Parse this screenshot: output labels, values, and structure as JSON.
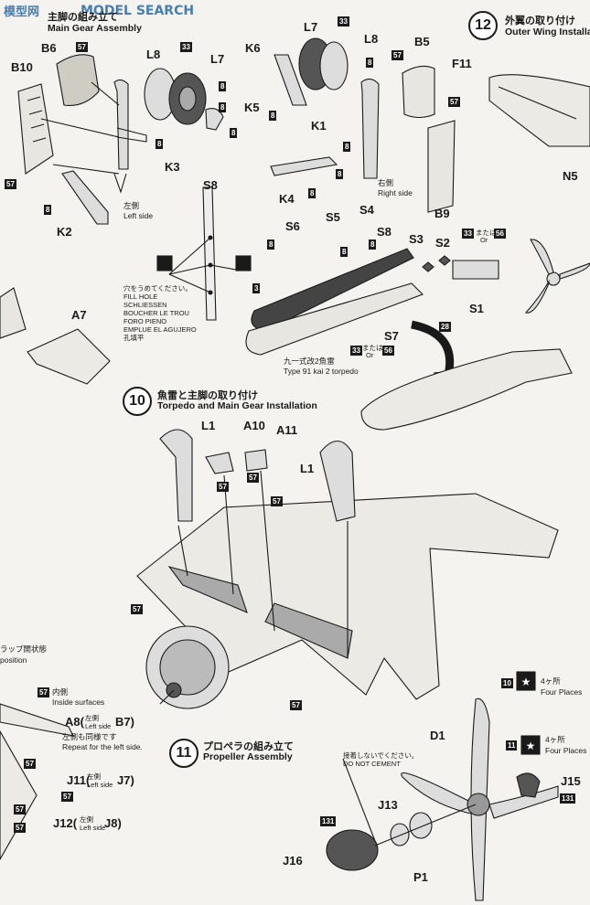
{
  "watermark": {
    "logo": "模型网",
    "site": "MODEL SEARCH"
  },
  "step9": {
    "title_jp": "主脚の組み立て",
    "title_en": "Main Gear Assembly"
  },
  "step10": {
    "number": "10",
    "title_jp": "魚雷と主脚の取り付け",
    "title_en": "Torpedo and Main Gear Installation"
  },
  "step11": {
    "number": "11",
    "title_jp": "プロペラの組み立て",
    "title_en": "Propeller Assembly"
  },
  "step12": {
    "number": "12",
    "title_jp": "外翼の取り付け",
    "title_en": "Outer Wing Installation"
  },
  "parts": {
    "b6": "B6",
    "b10": "B10",
    "l8a": "L8",
    "l7a": "L7",
    "k5": "K5",
    "k3": "K3",
    "k2": "K2",
    "k6": "K6",
    "l7b": "L7",
    "l8b": "L8",
    "b5": "B5",
    "k1": "K1",
    "k4": "K4",
    "b9": "B9",
    "f11": "F11",
    "n5": "N5",
    "s8a": "S8",
    "s6": "S6",
    "s5": "S5",
    "s4": "S4",
    "s8b": "S8",
    "s3": "S3",
    "s2": "S2",
    "s1": "S1",
    "s7": "S7",
    "a7": "A7",
    "l1a": "L1",
    "a10": "A10",
    "a11": "A11",
    "l1b": "L1",
    "a8": "A8(",
    "b7": "B7)",
    "j11": "J11(",
    "j7": "J7)",
    "j12": "J12(",
    "j8": "J8)",
    "d1": "D1",
    "j15": "J15",
    "j13": "J13",
    "j16": "J16",
    "p1": "P1"
  },
  "colors": {
    "c57": "57",
    "c33": "33",
    "c8": "8",
    "c3": "3",
    "c56": "56",
    "c28": "28",
    "c131": "131",
    "c10": "10",
    "c11": "11"
  },
  "notes": {
    "left_side_jp": "左側",
    "left_side_en": "Left side",
    "right_side_jp": "右側",
    "right_side_en": "Right side",
    "fill_hole": [
      "穴をうめてください。",
      "FILL HOLE",
      "SCHLIESSEN",
      "BOUCHER LE TROU",
      "FORO PIENO",
      "EMPLUE EL AGUJERO",
      "孔填平"
    ],
    "torpedo_jp": "九一式改2魚雷",
    "torpedo_en": "Type 91 kai 2 torpedo",
    "or_jp": "または",
    "or_en": "Or",
    "flap_jp": "ラップ開状態",
    "flap_en": "position",
    "inside_jp": "内側",
    "inside_en": "Inside surfaces",
    "left_small_jp": "左側",
    "left_small_en": "Left side",
    "repeat_jp": "左側も同様です",
    "repeat_en": "Repeat for the left side.",
    "four_jp": "4ヶ所",
    "four_en": "Four Places",
    "no_cement_jp": "接着しないでください。",
    "no_cement_en": "DO NOT CEMENT"
  }
}
